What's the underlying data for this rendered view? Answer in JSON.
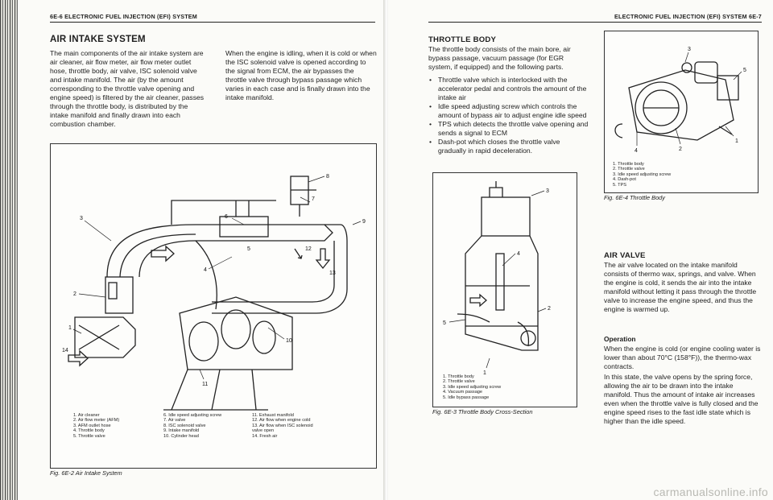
{
  "left_page": {
    "header": "6E-6 ELECTRONIC FUEL INJECTION (EFI) SYSTEM",
    "title": "AIR INTAKE SYSTEM",
    "intro_col1": "The main components of the air intake system are air cleaner, air flow meter, air flow meter outlet hose, throttle body, air valve, ISC solenoid valve and intake manifold. The air (by the amount corresponding to the throttle valve opening and engine speed) is filtered by the air cleaner, passes through the throttle body, is distributed by the intake manifold and finally drawn into each combustion chamber.",
    "intro_col2": "When the engine is idling, when it is cold or when the ISC solenoid valve is opened according to the signal from ECM, the air bypasses the throttle valve through bypass passage which varies in each case and is finally drawn into the intake manifold.",
    "figure_callouts": [
      "1",
      "2",
      "3",
      "4",
      "5",
      "6",
      "7",
      "8",
      "9",
      "10",
      "11",
      "12",
      "13",
      "14"
    ],
    "legend": [
      [
        "1. Air cleaner",
        "2. Air flow meter (AFM)",
        "3. AFM outlet hose",
        "4. Throttle body",
        "5. Throttle valve"
      ],
      [
        "6. Idle speed adjusting screw",
        "7. Air valve",
        "8. ISC solenoid valve",
        "9. Intake manifold",
        "10. Cylinder head"
      ],
      [
        "11. Exhaust manifold",
        "12. Air flow when engine cold",
        "13. Air flow when ISC solenoid",
        "    valve open",
        "14. Fresh air"
      ]
    ],
    "caption": "Fig. 6E-2 Air Intake System"
  },
  "right_page": {
    "header": "ELECTRONIC FUEL INJECTION (EFI) SYSTEM 6E-7",
    "throttle_title": "THROTTLE BODY",
    "throttle_intro": "The throttle body consists of the main bore, air bypass passage, vacuum passage (for EGR system, if equipped) and the following parts.",
    "bullets": [
      "Throttle valve which is interlocked with the accelerator pedal and controls the amount of the intake air",
      "Idle speed adjusting screw which controls the amount of bypass air to adjust engine idle speed",
      "TPS which detects the throttle valve opening and sends a signal to ECM",
      "Dash-pot which closes the throttle valve gradually in rapid deceleration."
    ],
    "cross_callouts": [
      "1",
      "2",
      "3",
      "4",
      "5"
    ],
    "cross_legend": [
      "1. Throttle body",
      "2. Throttle valve",
      "3. Idle speed adjusting screw",
      "4. Vacuum passage",
      "5. Idle bypass passage"
    ],
    "cross_caption": "Fig. 6E-3 Throttle Body Cross-Section",
    "body_callouts": [
      "1",
      "2",
      "3",
      "4",
      "5"
    ],
    "body_legend": [
      "1. Throttle body",
      "2. Throttle valve",
      "3. Idle speed adjusting screw",
      "4. Dash-pot",
      "5. TPS"
    ],
    "body_caption": "Fig. 6E-4 Throttle Body",
    "air_valve_title": "AIR VALVE",
    "air_valve_text": "The air valve located on the intake manifold consists of thermo wax, springs, and valve. When the engine is cold, it sends the air into the intake manifold without letting it pass through the throttle valve to increase the engine speed, and thus the engine is warmed up.",
    "operation_title": "Operation",
    "operation_text1": "When the engine is cold (or engine cooling water is lower than about 70°C (158°F)), the thermo-wax contracts.",
    "operation_text2": "In this state, the valve opens by the spring force, allowing the air to be drawn into the intake manifold. Thus the amount of intake air increases even when the throttle valve is fully closed and the engine speed rises to the fast idle state which is higher than the idle speed."
  },
  "watermark": "carmanualsonline.info"
}
